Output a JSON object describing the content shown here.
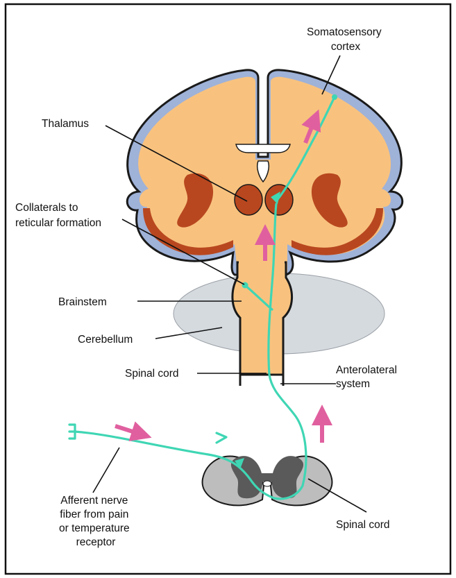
{
  "labels": {
    "somatosensory_cortex": [
      "Somatosensory",
      "cortex"
    ],
    "thalamus": "Thalamus",
    "collaterals": [
      "Collaterals to",
      "reticular formation"
    ],
    "brainstem": "Brainstem",
    "cerebellum": "Cerebellum",
    "spinal_cord_upper": "Spinal cord",
    "anterolateral_system": [
      "Anterolateral",
      "system"
    ],
    "afferent_fiber": [
      "Afferent nerve",
      "fiber from pain",
      "or temperature",
      "receptor"
    ],
    "spinal_cord_lower": "Spinal cord"
  },
  "colors": {
    "brain_tissue": "#f8c27e",
    "cortex_rim": "#9fb2d8",
    "brain_outline": "#1a1a1a",
    "thalamus_nuclei": "#b8471f",
    "basal_ganglia": "#b8471f",
    "cerebellum": "#d5dadf",
    "pathway": "#3fd6b4",
    "direction_arrows": "#e0609f",
    "spinal_gray": "#5a5a5a",
    "spinal_white": "#bdbdbd"
  }
}
